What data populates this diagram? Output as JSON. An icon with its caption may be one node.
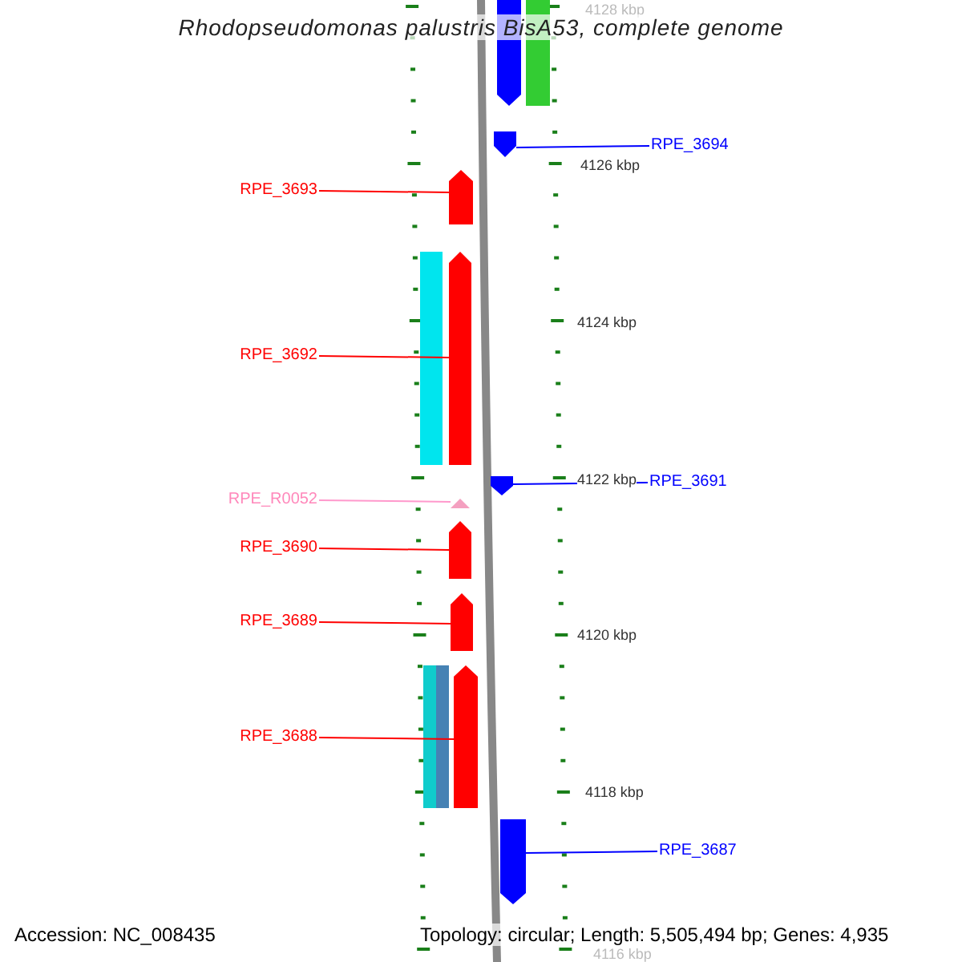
{
  "diagram": {
    "title": "Rhodopseudomonas palustris BisA53, complete genome",
    "nodes": [
      {
        "text": [],
        "shape": "arrow"
      },
      {
        "text": [],
        "shape": "bar"
      },
      {
        "text": [
          "RPE_3694"
        ]
      },
      {
        "text": [],
        "shape": "arrow"
      },
      {
        "text": [
          "RPE_3693"
        ]
      },
      {
        "text": [],
        "shape": "arrow"
      },
      {
        "text": [
          "RPE_3692"
        ]
      },
      {
        "text": [],
        "shape": "bar"
      },
      {
        "text": [],
        "shape": "arrow"
      },
      {
        "text": [
          "RPE_3691"
        ]
      },
      {
        "text": [],
        "shape": "arrow"
      },
      {
        "text": [
          "RPE_R0052"
        ]
      },
      {
        "text": [],
        "shape": "arrow"
      },
      {
        "text": [
          "RPE_3690"
        ]
      },
      {
        "text": [],
        "shape": "arrow"
      },
      {
        "text": [
          "RPE_3689"
        ]
      },
      {
        "text": [],
        "shape": "arrow"
      },
      {
        "text": [
          "RPE_3688"
        ]
      },
      {
        "text": [],
        "shape": "bar"
      },
      {
        "text": [],
        "shape": "bar"
      },
      {
        "text": [],
        "shape": "arrow"
      },
      {
        "text": [
          "RPE_3687"
        ]
      },
      {
        "text": [],
        "shape": "arrow"
      }
    ],
    "edges": [
      {
        "from": 2,
        "to": 3,
        "arrow": "none",
        "color": "#0000ff"
      },
      {
        "from": 4,
        "to": 5,
        "arrow": "none"
      },
      {
        "from": 6,
        "to": 8,
        "arrow": "none"
      },
      {
        "from": 9,
        "to": 10,
        "arrow": "none",
        "color": "#0000ff"
      },
      {
        "from": 11,
        "to": 12,
        "arrow": "none",
        "color": "#ff99cc"
      },
      {
        "from": 13,
        "to": 14,
        "arrow": "none"
      },
      {
        "from": 15,
        "to": 16,
        "arrow": "none"
      },
      {
        "from": 17,
        "to": 20,
        "arrow": "none"
      },
      {
        "from": 21,
        "to": 22,
        "arrow": "none",
        "color": "#0000ff"
      }
    ],
    "labels": [
      "4128 kbp",
      "4126 kbp",
      "4124 kbp",
      "4122 kbp",
      "4120 kbp",
      "4118 kbp",
      "Accession: NC_008435",
      "Topology: circular; Length: 5,505,494 bp; Genes: 4,935",
      "4116 kbp"
    ]
  }
}
